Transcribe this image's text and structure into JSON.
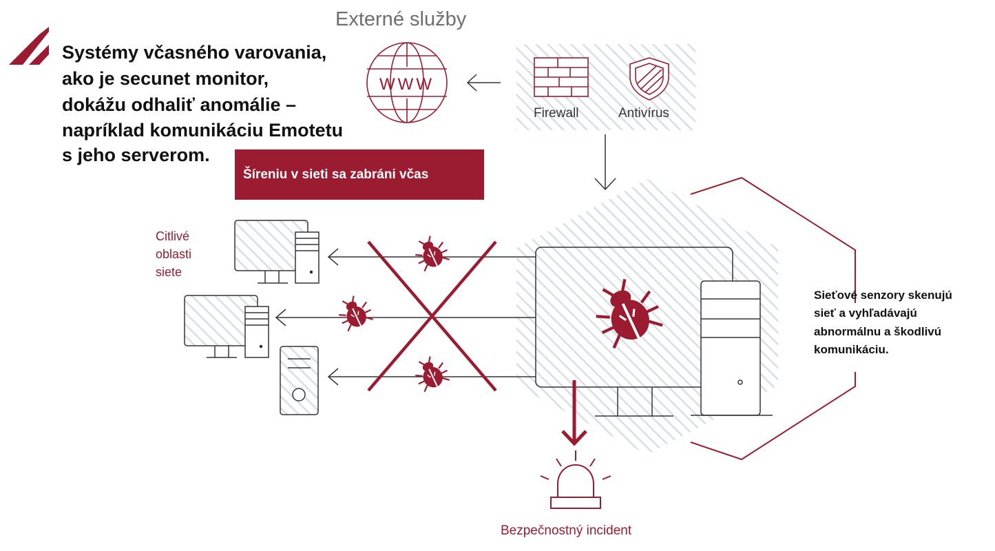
{
  "external_services_title": "Externé služby",
  "headline": [
    "Systémy včasného varovania,",
    "ako je secunet monitor,",
    "dokážu odhaliť anomálie –",
    "napríklad komunikáciu Emotetu",
    "s jeho serverom."
  ],
  "banner": "Šíreniu v sieti sa zabráni včas",
  "www_label": "WWW",
  "firewall_label": "Firewall",
  "antivirus_label": "Antivírus",
  "sensitive_areas": [
    "Citlivé",
    "oblasti",
    "siete"
  ],
  "sensors_text": [
    "Sieťové senzory skenujú",
    "sieť a vyhľadávajú",
    "abnormálnu a škodlivú",
    "komunikáciu."
  ],
  "incident_label": "Bezpečnostný incident",
  "colors": {
    "accent": "#9b1b30",
    "hatch": "#d9dde4",
    "line": "#333333",
    "title_gray": "#6e6e6e"
  },
  "icons": [
    "brand-stripes-icon",
    "globe-www-icon",
    "firewall-icon",
    "antivirus-shield-icon",
    "monitor-icon",
    "tower-pc-icon",
    "bug-icon",
    "alarm-light-icon"
  ]
}
